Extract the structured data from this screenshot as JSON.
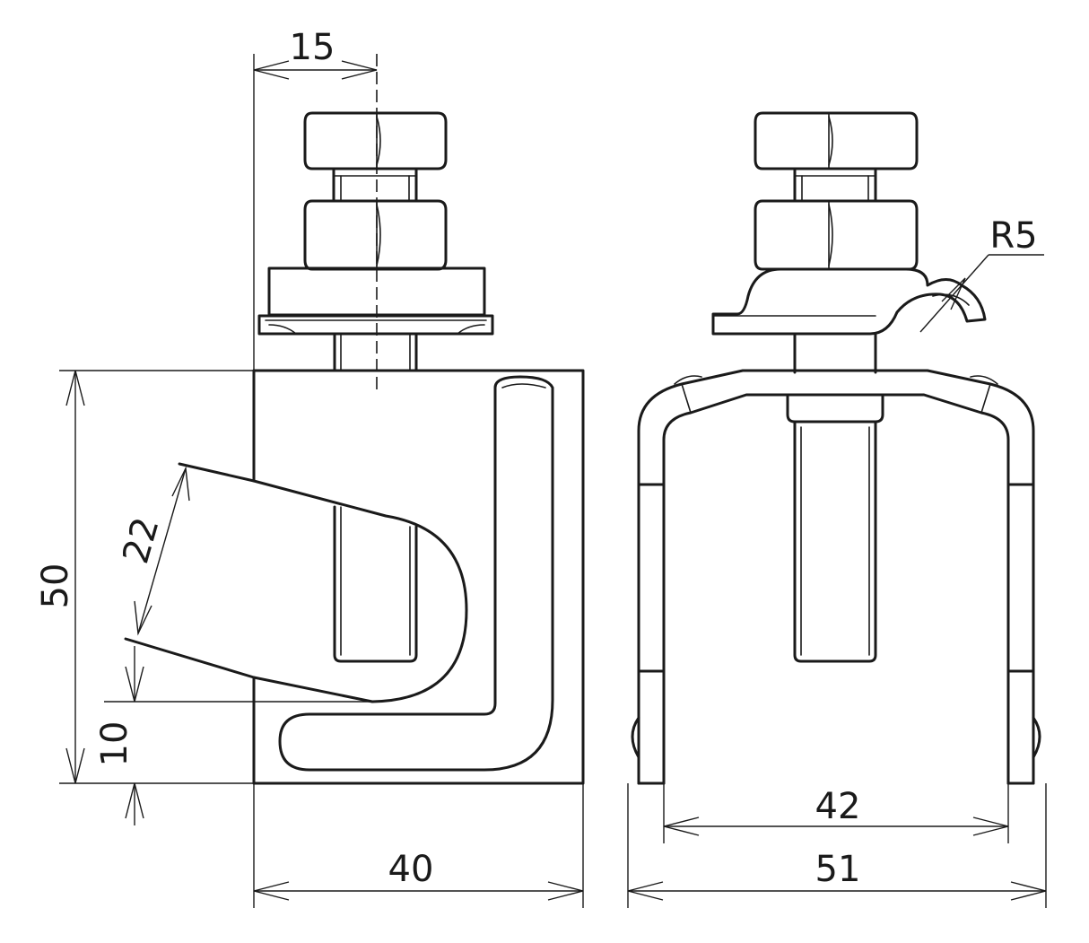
{
  "dimensions": {
    "offset_15": "15",
    "height_50": "50",
    "opening_22": "22",
    "gap_10": "10",
    "width_40": "40",
    "radius_r5": "R5",
    "inner_42": "42",
    "outer_51": "51"
  },
  "colors": {
    "line": "#1a1a1a",
    "background": "#ffffff"
  }
}
